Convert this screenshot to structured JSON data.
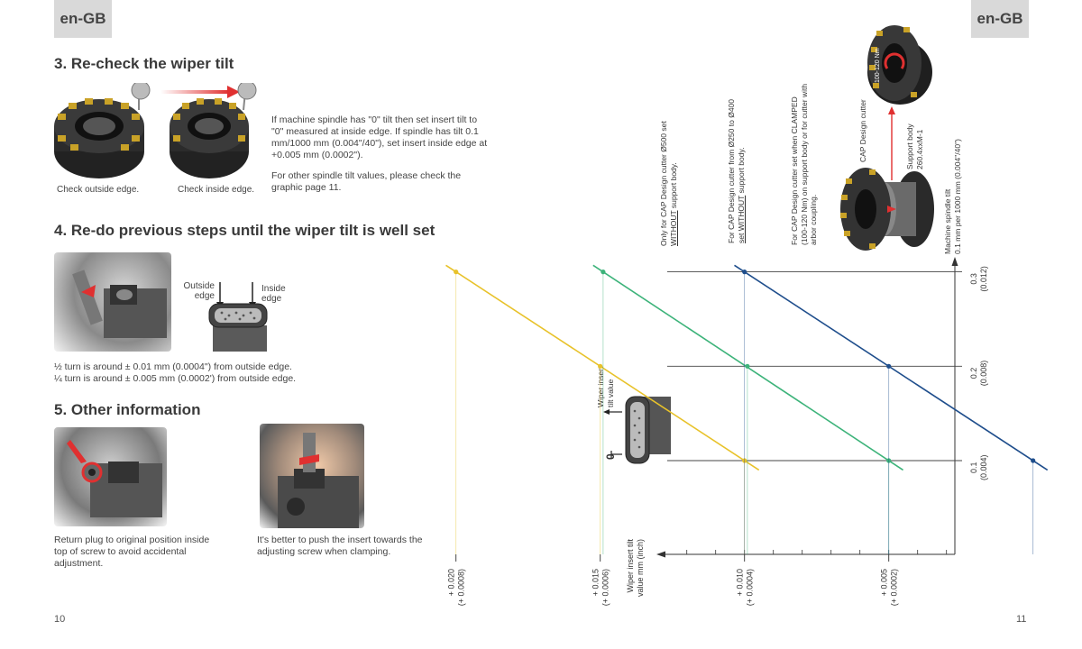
{
  "left_page": {
    "lang": "en-GB",
    "page_number": "10",
    "section3": {
      "heading": "3.  Re-check the wiper tilt",
      "caption_outside": "Check outside edge.",
      "caption_inside": "Check inside edge.",
      "para1": "If machine spindle has \"0\" tilt then set insert tilt to \"0\" measured at inside edge.  If spindle has tilt 0.1 mm/1000 mm (0.004\"/40\"), set insert inside edge at +0.005 mm (0.0002\").",
      "para2": "For other spindle tilt values, please check the graphic page 11."
    },
    "section4": {
      "heading": "4.  Re-do previous steps until the wiper tilt is well set",
      "label_outside": "Outside edge",
      "label_inside": "Inside edge",
      "line1": "½ turn is around ± 0.01 mm (0.0004\") from outside edge.",
      "line2": "¼ turn is around ± 0.005 mm (0.0002') from outside edge."
    },
    "section5": {
      "heading": "5.  Other information",
      "caption1": "Return plug to original position inside top of screw to avoid accidental adjustment.",
      "caption2": "It's better to push the insert towards the adjusting screw when clamping."
    }
  },
  "right_page": {
    "lang": "en-GB",
    "page_number": "11",
    "insert_label_line1": "Wiper insert",
    "insert_label_line2": "tilt value",
    "zero_label": "0",
    "cap_label": "CAP Design cutter",
    "support_body_line1": "Support body",
    "support_body_line2": "260.4xxM-1",
    "torque_label": "100-120 Nm",
    "chart_data": {
      "type": "line",
      "title": "",
      "x_axis_label": [
        "Wiper insert tilt",
        "value mm (inch)"
      ],
      "y_axis_label": [
        "Machine spindle tilt",
        "0.1 mm per 1000 mm (0.004\"/40\")"
      ],
      "x_ticks": [
        {
          "value": 0.02,
          "label1": "+ 0.020",
          "label2": "(+ 0.0008)"
        },
        {
          "value": 0.015,
          "label1": "+ 0.015",
          "label2": "(+ 0.0006)"
        },
        {
          "value": 0.01,
          "label1": "+ 0.010",
          "label2": "(+ 0.0004)"
        },
        {
          "value": 0.005,
          "label1": "+ 0.005",
          "label2": "(+ 0.0002)"
        }
      ],
      "y_ticks": [
        {
          "value": 0.1,
          "label1": "0.1",
          "label2": "(0.004)"
        },
        {
          "value": 0.2,
          "label1": "0.2",
          "label2": "(0.008)"
        },
        {
          "value": 0.3,
          "label1": "0.3",
          "label2": "(0.012)"
        }
      ],
      "series": [
        {
          "name": "Only for CAP Design cutter Ø500 set WITHOUT support body.",
          "name_line1": "Only for CAP Design cutter Ø500 set",
          "name_line2_u": "WITHOUT",
          "name_line2_rest": " support body.",
          "color": "#e8c22a",
          "points": [
            [
              0.02,
              0.3
            ],
            [
              0.015,
              0.2
            ],
            [
              0.01,
              0.1
            ]
          ]
        },
        {
          "name": "For CAP Design cutter from Ø250 to Ø400 set WITHOUT support body.",
          "name_line1": "For CAP Design cutter from Ø250 to Ø400",
          "name_line2_u": "set WITHOUT",
          "name_line2_rest": " support body.",
          "color": "#3db37a",
          "points": [
            [
              0.0149,
              0.3
            ],
            [
              0.0099,
              0.2
            ],
            [
              0.005,
              0.1
            ]
          ]
        },
        {
          "name": "For CAP Design cutter set when CLAMPED (100-120 Nm) on support body or for cutter with arbor coupling.",
          "name_line1": "For CAP Design cutter set when CLAMPED",
          "name_line2": "(100-120 Nm) on support body or for cutter with",
          "name_line3": "arbor coupling.",
          "color": "#1f4e8c",
          "points": [
            [
              0.01,
              0.3
            ],
            [
              0.005,
              0.2
            ],
            [
              0.0,
              0.1
            ]
          ]
        }
      ]
    }
  },
  "colors": {
    "yellow": "#e8c22a",
    "green": "#3db37a",
    "blue": "#1f4e8c",
    "red_arrow": "#e03030",
    "axis": "#333333"
  }
}
